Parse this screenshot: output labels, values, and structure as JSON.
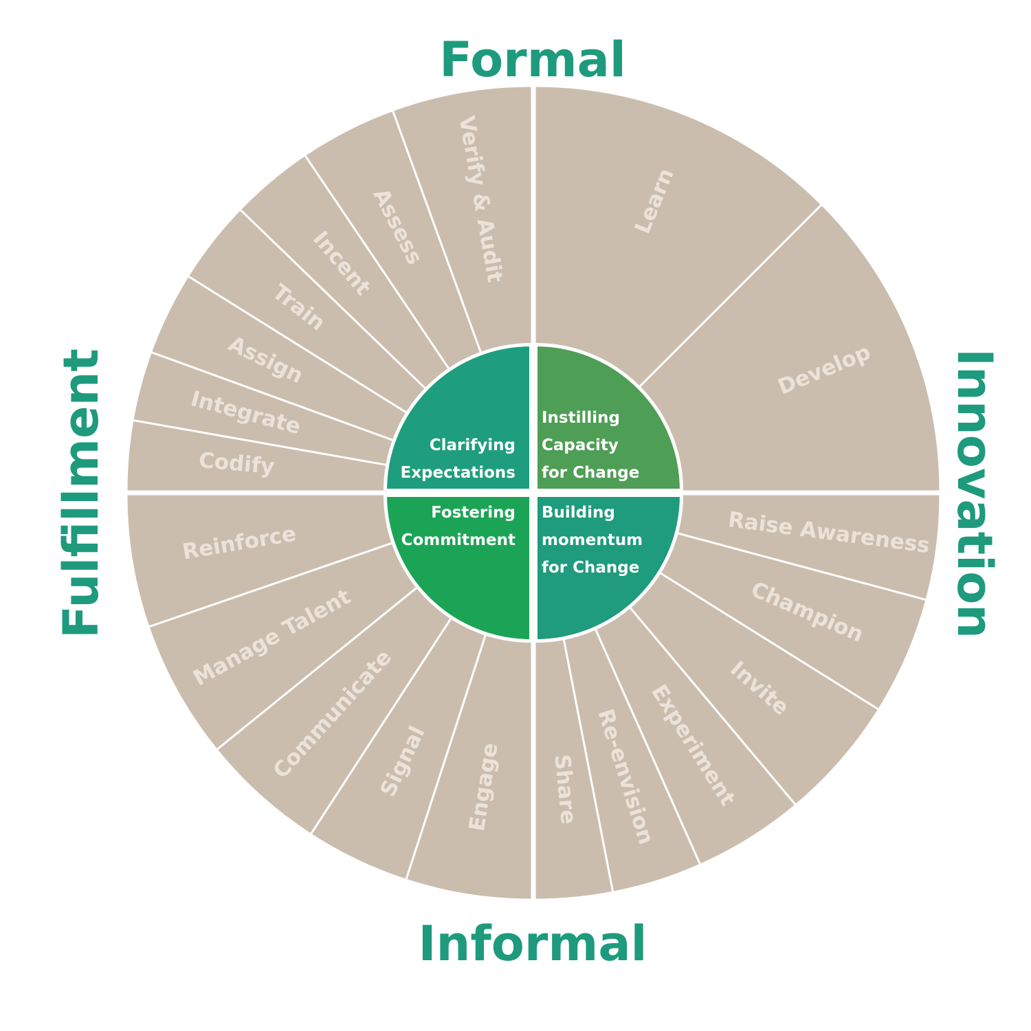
{
  "axes": {
    "top": "Formal",
    "bottom": "Informal",
    "left": "Fulfillment",
    "right": "Innovation"
  },
  "colors": {
    "segment": "#cbbdad",
    "segment_text": "#ebe3d9",
    "axis_text": "#1e9a7d",
    "gap": "#ffffff"
  },
  "quadrants": [
    {
      "core": {
        "lines": [
          "Clarifying",
          "Expectations"
        ],
        "color": "#1e9e7e"
      },
      "segments": [
        "Codify",
        "Integrate",
        "Assign",
        "Train",
        "Incent",
        "Assess",
        "Verify & Audit"
      ]
    },
    {
      "core": {
        "lines": [
          "Instilling",
          "Capacity",
          "for Change"
        ],
        "color": "#4f9e56"
      },
      "segments": [
        "Learn",
        "Develop"
      ]
    },
    {
      "core": {
        "lines": [
          "Building",
          "momentum",
          "for Change"
        ],
        "color": "#1f9b7d"
      },
      "segments": [
        "Raise Awareness",
        "Champion",
        "Invite",
        "Experiment",
        "Re-envision",
        "Share"
      ]
    },
    {
      "core": {
        "lines": [
          "Fostering",
          "Commitment"
        ],
        "color": "#1ca456"
      },
      "segments": [
        "Engage",
        "Signal",
        "Communicate",
        "Manage Talent",
        "Reinforce"
      ]
    }
  ]
}
